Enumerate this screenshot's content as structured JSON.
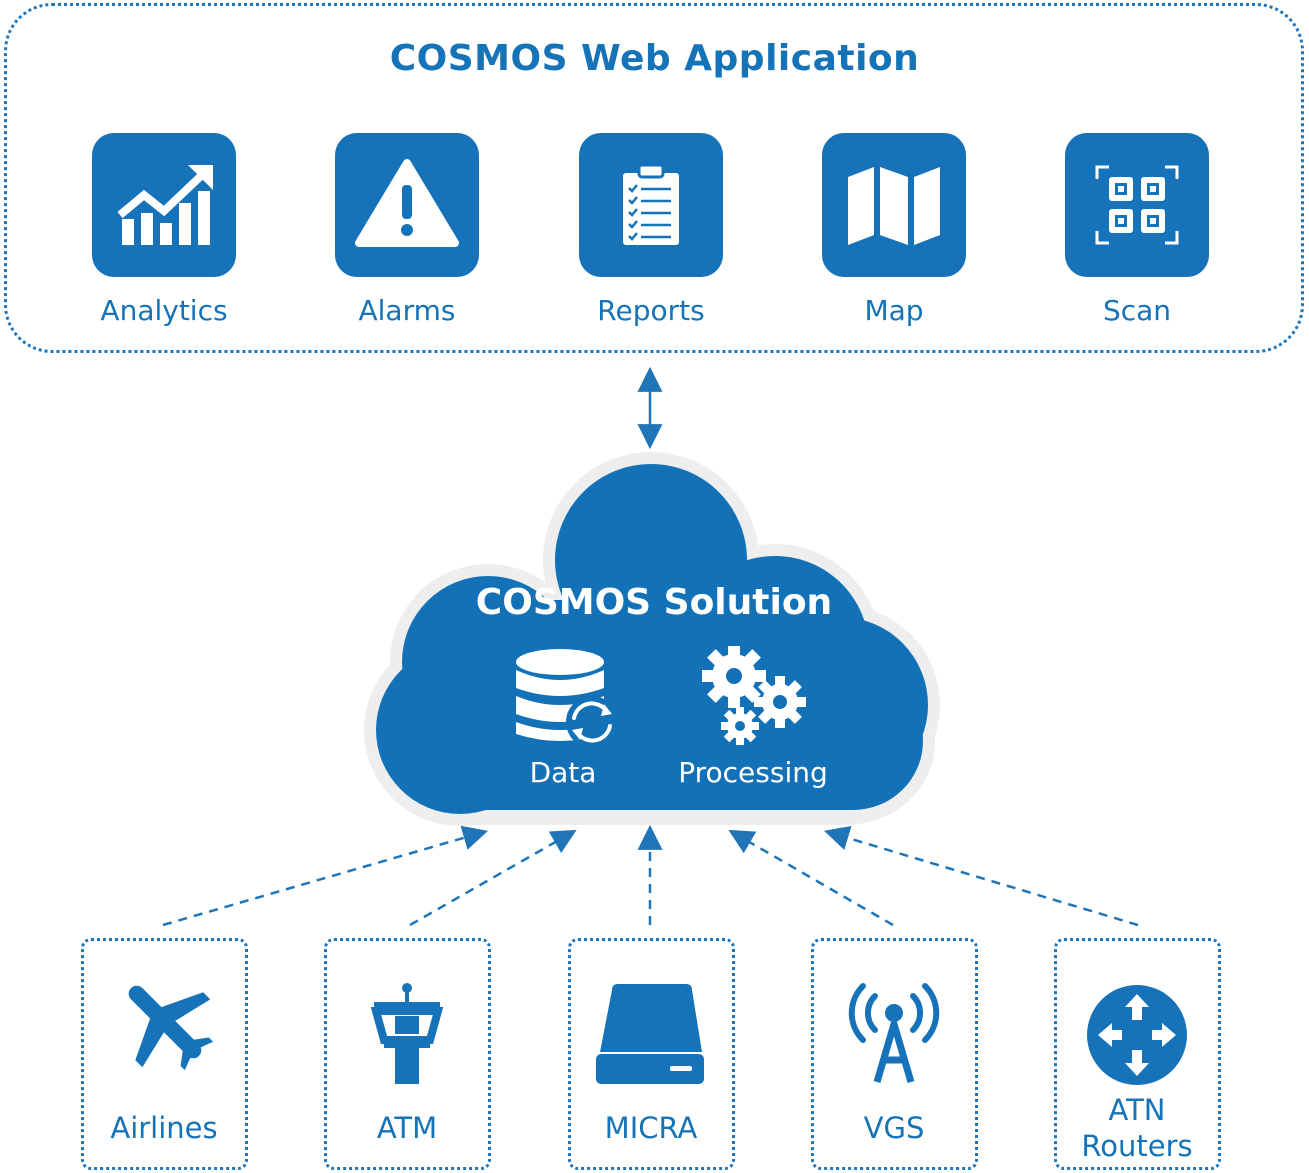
{
  "colors": {
    "brand_blue": "#1673b9",
    "cloud_blue": "#1371b8",
    "cloud_halo": "#eeeeee",
    "text_white": "#ffffff"
  },
  "web_app": {
    "title": "COSMOS Web Application",
    "modules": [
      {
        "label": "Analytics",
        "icon": "analytics-icon"
      },
      {
        "label": "Alarms",
        "icon": "alarm-icon"
      },
      {
        "label": "Reports",
        "icon": "reports-icon"
      },
      {
        "label": "Map",
        "icon": "map-icon"
      },
      {
        "label": "Scan",
        "icon": "scan-icon"
      }
    ]
  },
  "solution": {
    "title": "COSMOS Solution",
    "components": [
      {
        "label": "Data",
        "icon": "database-sync-icon"
      },
      {
        "label": "Processing",
        "icon": "gears-icon"
      }
    ]
  },
  "sources": [
    {
      "label": "Airlines",
      "icon": "airplane-icon"
    },
    {
      "label": "ATM",
      "icon": "control-tower-icon"
    },
    {
      "label": "MICRA",
      "icon": "hard-drive-icon"
    },
    {
      "label": "VGS",
      "icon": "radio-antenna-icon"
    },
    {
      "label_line1": "ATN",
      "label_line2": "Routers",
      "icon": "router-icon"
    }
  ]
}
